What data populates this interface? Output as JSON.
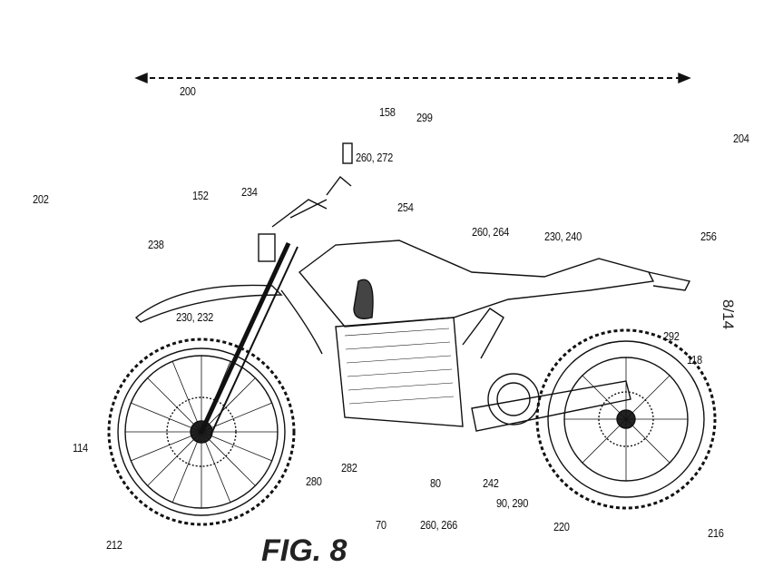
{
  "figure": {
    "title": "FIG. 8",
    "sheet": "8/14",
    "labels": [
      "200",
      "299",
      "158",
      "204",
      "260, 272",
      "202",
      "152",
      "234",
      "254",
      "260, 264",
      "230, 240",
      "256",
      "238",
      "230, 232",
      "292",
      "118",
      "114",
      "280",
      "282",
      "80",
      "242",
      "90, 290",
      "70",
      "260, 266",
      "220",
      "216",
      "212"
    ]
  }
}
